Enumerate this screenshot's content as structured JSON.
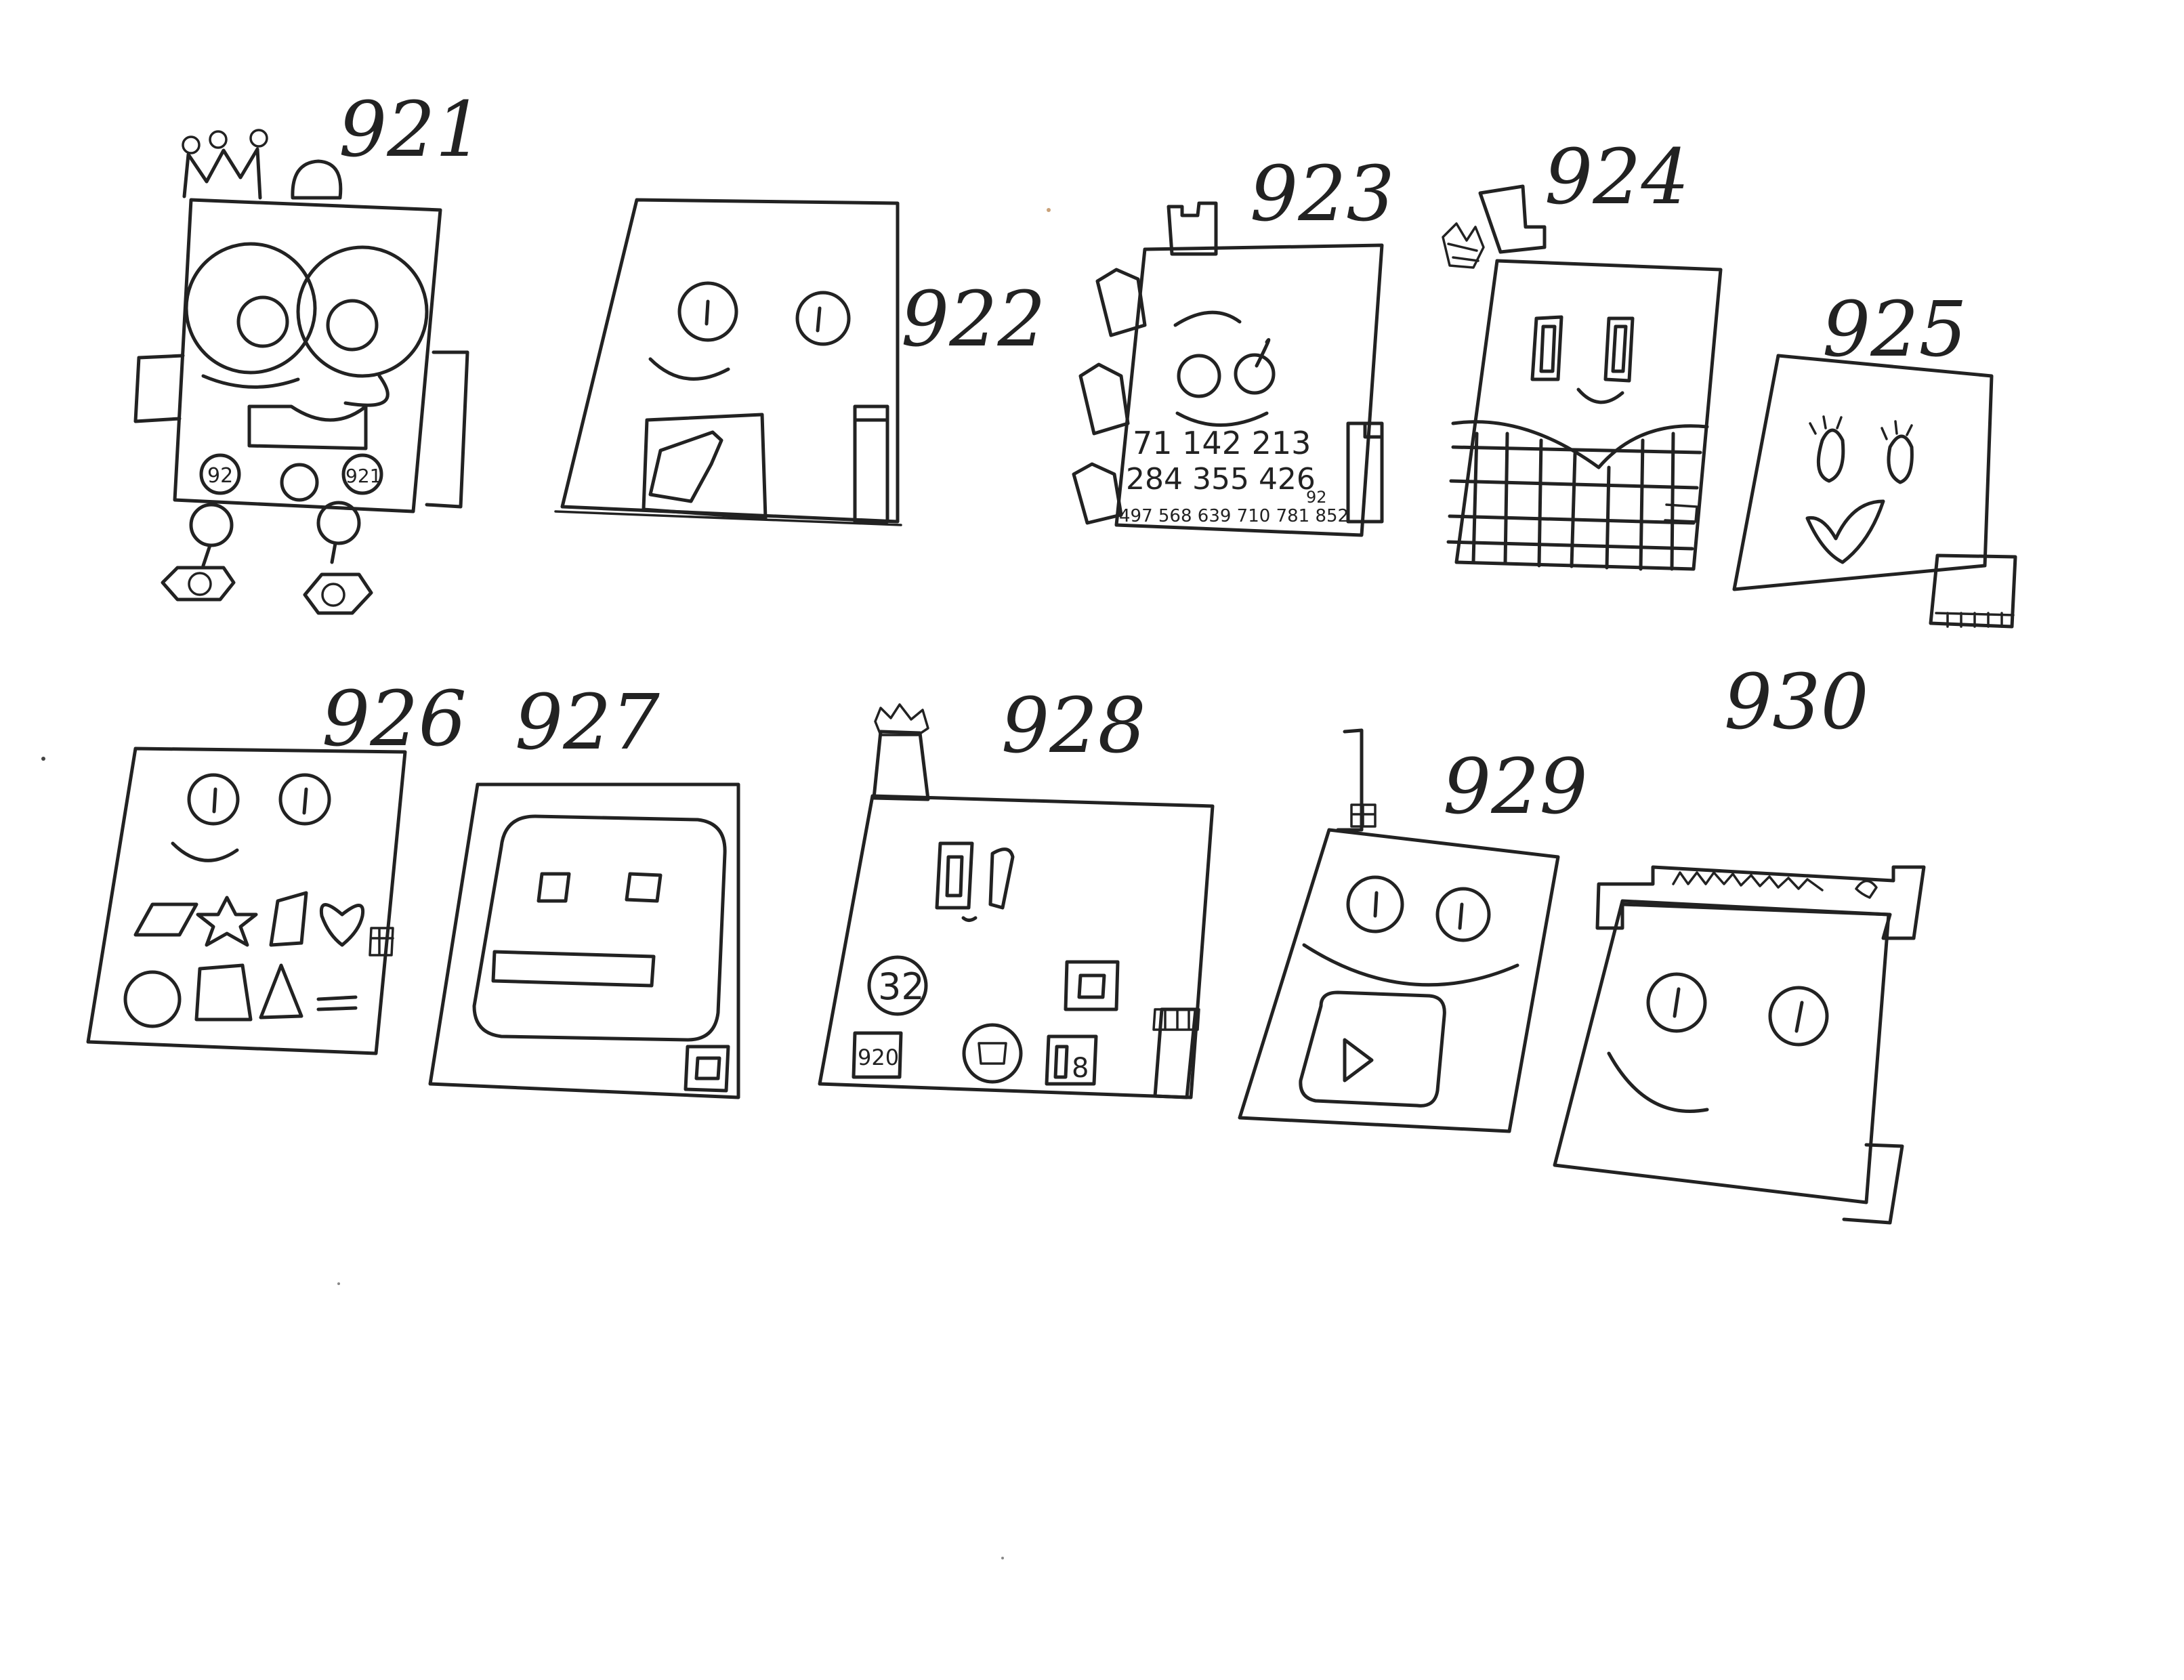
{
  "drawing": {
    "ink_color": "#222222",
    "paper_color": "#ffffff",
    "characters": [
      {
        "number": "921",
        "face_text": "92",
        "badges": [
          "92",
          "921"
        ]
      },
      {
        "number": "922"
      },
      {
        "number": "923",
        "number_rows": [
          "71 142 213",
          "284 355 426",
          "497 568 639 710 781 852"
        ],
        "corner_text": "92"
      },
      {
        "number": "924"
      },
      {
        "number": "925"
      },
      {
        "number": "926"
      },
      {
        "number": "927"
      },
      {
        "number": "928",
        "badges": [
          "32",
          "920",
          "8"
        ]
      },
      {
        "number": "929"
      },
      {
        "number": "930"
      }
    ]
  }
}
